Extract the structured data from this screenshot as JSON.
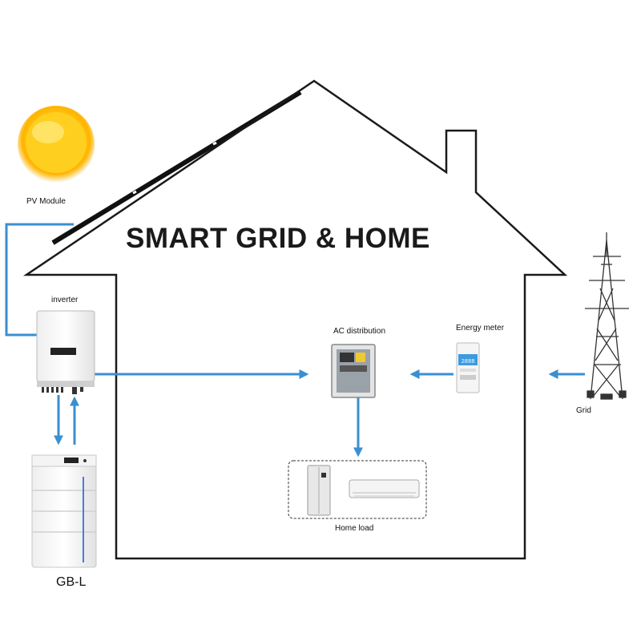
{
  "title": "SMART GRID &  HOME",
  "labels": {
    "pv_module": "PV Module",
    "inverter": "inverter",
    "ac_distribution": "AC distribution",
    "energy_meter": "Energy meter",
    "grid": "Grid",
    "home_load": "Home load",
    "battery": "GB-L"
  },
  "meter_display": "2888",
  "colors": {
    "wire": "#3a8fd0",
    "house_outline": "#1a1a1a",
    "sun_core": "#ffd21a",
    "sun_glow": "#ffb400",
    "battery_accent": "#4a7bd8"
  },
  "icons": [
    "sun-icon",
    "solar-panel-icon",
    "inverter-icon",
    "battery-icon",
    "distribution-box-icon",
    "energy-meter-icon",
    "transmission-tower-icon",
    "refrigerator-icon",
    "air-conditioner-icon"
  ]
}
